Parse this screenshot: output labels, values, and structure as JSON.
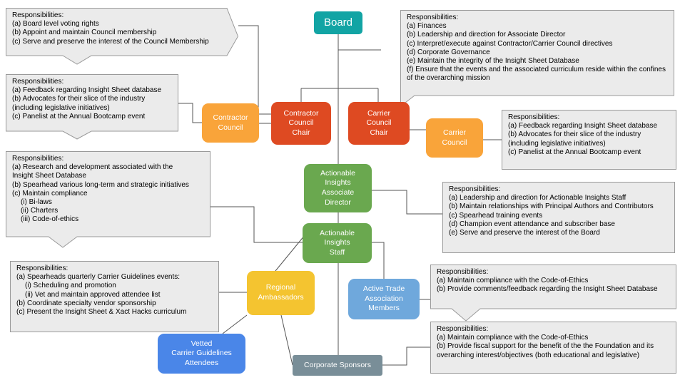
{
  "nodes": {
    "board": {
      "label": "Board",
      "color": "#12a4a4"
    },
    "contractor_council_chair": {
      "label": "Contractor\nCouncil\nChair",
      "color": "#de4a22"
    },
    "carrier_council_chair": {
      "label": "Carrier\nCouncil\nChair",
      "color": "#de4a22"
    },
    "contractor_council": {
      "label": "Contractor\nCouncil",
      "color": "#f9a43a"
    },
    "carrier_council": {
      "label": "Carrier\nCouncil",
      "color": "#f9a43a"
    },
    "ai_associate_director": {
      "label": "Actionable\nInsights\nAssociate\nDirector",
      "color": "#6aa84f"
    },
    "ai_staff": {
      "label": "Actionable\nInsights\nStaff",
      "color": "#6aa84f"
    },
    "regional_ambassadors": {
      "label": "Regional\nAmbassadors",
      "color": "#f4c430"
    },
    "active_trade_members": {
      "label": "Active Trade\nAssociation\nMembers",
      "color": "#6fa8dc"
    },
    "vetted_attendees": {
      "label": "Vetted\nCarrier Guidelines\nAttendees",
      "color": "#4a86e8"
    },
    "corporate_sponsors": {
      "label": "Corporate Sponsors",
      "color": "#798e98"
    }
  },
  "callouts": {
    "board": {
      "title": "Responsibilities:",
      "lines": [
        "(a) Finances",
        "(b) Leadership and direction for Associate Director",
        "(c) Interpret/execute against Contractor/Carrier Council directives",
        "(d) Corporate Governance",
        "(e) Maintain the integrity of the Insight Sheet Database",
        "(f) Ensure that the events and the associated curriculum reside within the confines of the overarching mission"
      ]
    },
    "contractor_council_chair": {
      "title": "Responsibilities:",
      "lines": [
        "(a) Board level voting rights",
        "(b) Appoint and maintain Council membership",
        "(c) Serve and preserve the interest of the Council Membership"
      ]
    },
    "contractor_council": {
      "title": "Responsibilities:",
      "lines": [
        "(a) Feedback regarding Insight Sheet database",
        "(b) Advocates for their slice of the industry",
        "(including legislative initiatives)",
        "(c) Panelist at the Annual Bootcamp event"
      ]
    },
    "carrier_council": {
      "title": "Responsibilities:",
      "lines": [
        "(a) Feedback regarding Insight Sheet database",
        "(b) Advocates for their slice of the industry",
        "(including legislative initiatives)",
        "(c) Panelist at the Annual Bootcamp event"
      ]
    },
    "ai_staff": {
      "title": "Responsibilities:",
      "lines": [
        "(a) Research and development associated with the",
        "Insight Sheet Database",
        "(b) Spearhead various long-term and strategic initiatives",
        "(c) Maintain compliance",
        "(i) Bi-laws",
        "(ii) Charters",
        "(iii) Code-of-ethics"
      ]
    },
    "ai_associate_director": {
      "title": "Responsibilities:",
      "lines": [
        "(a) Leadership and direction for Actionable Insights Staff",
        "(b) Maintain relationships with Principal Authors and Contributors",
        "(c) Spearhead training events",
        "(d) Champion event attendance and subscriber base",
        "(e) Serve and preserve the interest of the Board"
      ]
    },
    "regional_ambassadors": {
      "title": "Responsibilities:",
      "lines": [
        "(a) Spearheads quarterly Carrier Guidelines events:",
        "(i) Scheduling and promotion",
        "(ii) Vet and maintain approved attendee list",
        "(b) Coordinate specialty vendor sponsorship",
        "(c) Present the Insight Sheet & Xact Hacks curriculum"
      ]
    },
    "active_trade_members": {
      "title": "Responsibilities:",
      "lines": [
        "(a) Maintain compliance with the Code-of-Ethics",
        "(b) Provide comments/feedback regarding the Insight Sheet Database"
      ]
    },
    "corporate_sponsors": {
      "title": "Responsibilities:",
      "lines": [
        "(a) Maintain compliance with the Code-of-Ethics",
        "(b) Provide fiscal support for the benefit of the the Foundation and its overarching interest/objectives (both educational and legislative)"
      ]
    }
  },
  "colors": {
    "callout_fill": "#ebebeb",
    "callout_border": "#9a9a9a",
    "connector": "#555555"
  }
}
